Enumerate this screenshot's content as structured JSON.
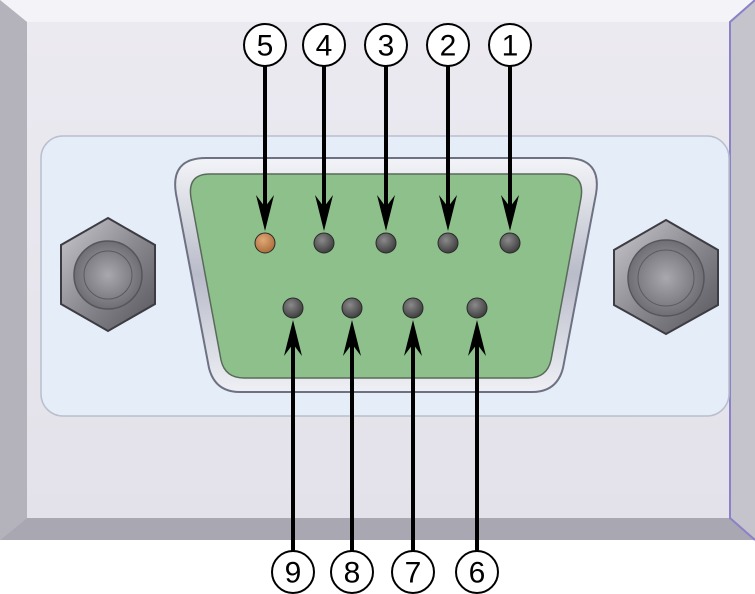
{
  "colors": {
    "plate": "#e8e6ee",
    "plate_bevel": "#bdbbc4",
    "panel": "#e6eefa",
    "shell": "#c7cad6",
    "insulator": "#8ec08c",
    "pin": "#4a4a4a",
    "pin_highlight": "#c98a50",
    "screw": "#7d7d83"
  },
  "pins": {
    "top_row": [
      {
        "label": "5",
        "highlight": true
      },
      {
        "label": "4",
        "highlight": false
      },
      {
        "label": "3",
        "highlight": false
      },
      {
        "label": "2",
        "highlight": false
      },
      {
        "label": "1",
        "highlight": false
      }
    ],
    "bottom_row": [
      {
        "label": "9",
        "highlight": false
      },
      {
        "label": "8",
        "highlight": false
      },
      {
        "label": "7",
        "highlight": false
      },
      {
        "label": "6",
        "highlight": false
      }
    ]
  }
}
